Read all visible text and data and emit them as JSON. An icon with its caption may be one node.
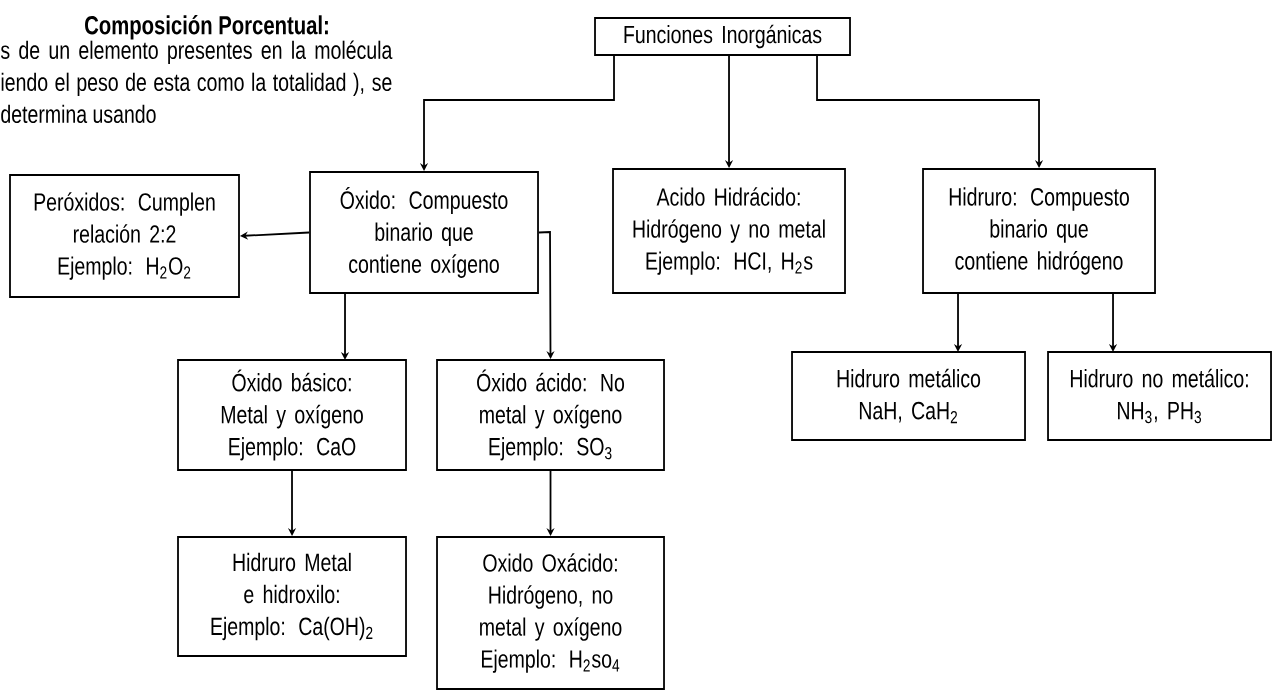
{
  "diagram": {
    "nodes": [
      {
        "text": [
          "Funciones Inorgánicas"
        ]
      },
      {
        "text": [
          "Óxido: Compuesto binario que contiene oxígeno"
        ]
      },
      {
        "text": [
          "Acido Hidrácido: Hidrógeno y no metal",
          "Ejemplo: HCI, H$_{2}$s"
        ]
      },
      {
        "text": [
          "Hidruro: Compuesto binario que contiene hidrógeno"
        ]
      },
      {
        "text": [
          "Peróxidos: Cumplen relación 2:2",
          "Ejemplo: H$_{2}$O$_{2}$"
        ]
      },
      {
        "text": [
          "Óxido básico: Metal y oxígeno",
          "Ejemplo: CaO"
        ]
      },
      {
        "text": [
          "Óxido ácido: No metal y oxígeno",
          "Ejemplo: SO$_{3}$"
        ]
      },
      {
        "text": [
          "Hidruro metálico",
          "NaH, CaH$_{2}$"
        ]
      },
      {
        "text": [
          "Hidruro no metálico:",
          "NH$_{3}$, PH$_{3}$"
        ]
      },
      {
        "text": [
          "Hidruro Metal e hidroxilo:",
          "Ejemplo: Ca(OH)$_{2}$"
        ]
      },
      {
        "text": [
          "Oxido Oxácido: Hidrógeno, no metal y oxígeno",
          "Ejemplo: H$_{2}$so$_{4}$"
        ]
      }
    ],
    "edges": [
      {
        "from": 0,
        "to": 1,
        "arrow": "to"
      },
      {
        "from": 0,
        "to": 2,
        "arrow": "to"
      },
      {
        "from": 0,
        "to": 3,
        "arrow": "to"
      },
      {
        "from": 1,
        "to": 4,
        "arrow": "to"
      },
      {
        "from": 1,
        "to": 5,
        "arrow": "to"
      },
      {
        "from": 1,
        "to": 6,
        "arrow": "to"
      },
      {
        "from": 3,
        "to": 7,
        "arrow": "to"
      },
      {
        "from": 3,
        "to": 8,
        "arrow": "to"
      },
      {
        "from": 5,
        "to": 9,
        "arrow": "to"
      },
      {
        "from": 6,
        "to": 10,
        "arrow": "to"
      }
    ],
    "labels": [
      "Composición Porcentual:",
      "s de un elemento presentes en la molécula iendo el peso de esta como la totalidad ), se determina usando"
    ]
  }
}
